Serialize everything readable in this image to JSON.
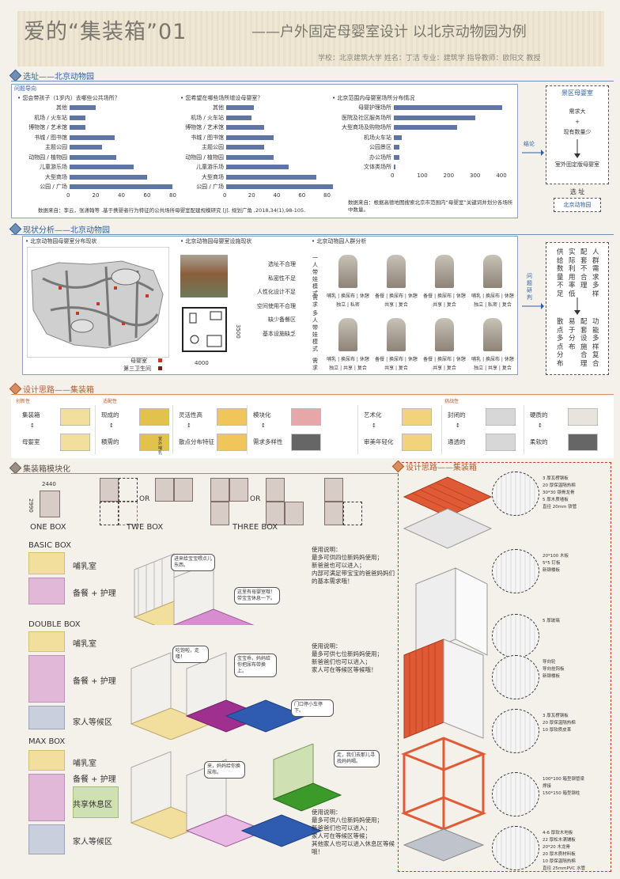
{
  "title": {
    "main": "爱的“集装箱”01",
    "sub": "——户外固定母婴室设计  以北京动物园为例",
    "author": "学校：北京建筑大学  姓名：丁洁  专业：建筑学  指导教师：欧阳文 教授"
  },
  "section1": {
    "head": "选址——北京动物园",
    "problem_tag": "问题导向",
    "chart1_title": "• 您会带孩子（1岁内）去哪些公共场所？",
    "chart2_title": "• 您希望在哪些场所增设母婴室？",
    "chart3_title": "• 北京范围内母婴室场所分布情况",
    "source1": "数据来自：李云，张潇翰等 .基于携婴者行为特征的公共场所母婴室配建规模研究 [J]. 规划广角 ,2018,34(1),98-105.",
    "source2": "数据来自：根据高德地图搜索北京市范围内“母婴室”关键词并划分各场所中数量。",
    "conclusion_label": "结论",
    "flow": {
      "box_title": "景区母婴室",
      "need": "需求大",
      "plus": "+",
      "few": "现有数量少",
      "result": "室外固定版母婴室",
      "site_label": "选  址",
      "site": "北京动物园"
    }
  },
  "chart_data": [
    {
      "type": "bar",
      "orientation": "horizontal",
      "categories": [
        "其他",
        "机场 / 火车站",
        "博物馆 / 艺术馆",
        "书城 / 图书馆",
        "主题公园",
        "动物园 / 植物园",
        "儿童游乐场",
        "大型商场",
        "公园 / 广场"
      ],
      "values": [
        20,
        12,
        12,
        35,
        25,
        36,
        50,
        60,
        80
      ],
      "xticks": [
        0,
        20,
        40,
        60,
        80
      ],
      "xlim": [
        0,
        80
      ]
    },
    {
      "type": "bar",
      "orientation": "horizontal",
      "categories": [
        "其他",
        "机场 / 火车站",
        "博物馆 / 艺术馆",
        "书城 / 图书馆",
        "主题公园",
        "动物园 / 植物园",
        "儿童游乐场",
        "大型商场",
        "公园 / 广场"
      ],
      "values": [
        22,
        20,
        30,
        38,
        30,
        38,
        50,
        72,
        85
      ],
      "xticks": [
        0,
        20,
        40,
        60,
        80
      ],
      "xlim": [
        0,
        85
      ]
    },
    {
      "type": "bar",
      "orientation": "horizontal",
      "categories": [
        "母婴护理场所",
        "医院及社区服务场所",
        "大型商场及购物场所",
        "机场火车站",
        "公园景区",
        "办公场所",
        "文体类场所"
      ],
      "values": [
        410,
        310,
        240,
        30,
        20,
        20,
        5
      ],
      "xticks": [
        0,
        100,
        200,
        300,
        400
      ],
      "xlim": [
        0,
        420
      ]
    }
  ],
  "section2": {
    "head": "现状分析——北京动物园",
    "map_title": "• 北京动物园母婴室分布现状",
    "map_legend": [
      "母婴室",
      "第三卫生间"
    ],
    "facility_title": "• 北京动物园母婴室设施现状",
    "problems": [
      "选址不合理",
      "私密性不足",
      "人性化设计不足",
      "空间使用不合理",
      "缺少备餐区",
      "基本设施缺乏"
    ],
    "plan_dim_w": "4000",
    "plan_dim_h": "3500",
    "crowd_title": "• 北京动物园人群分析",
    "crowd_row1_label": "一人带娃模式",
    "crowd_row2_label": "多人带娃模式",
    "need_label": "需求",
    "needs_row1": [
      [
        "哺乳 | 换尿布 | 休憩",
        "独立 | 私密"
      ],
      [
        "备餐 | 换尿布 | 休憩",
        "共享 | 复合"
      ],
      [
        "备餐 | 换尿布 | 休憩",
        "共享 | 复合"
      ],
      [
        "哺乳 | 换尿布 | 休憩",
        "独立 | 私密 | 复合"
      ]
    ],
    "needs_row2": [
      [
        "哺乳 | 换尿布 | 休憩",
        "独立 | 共享 | 复合"
      ],
      [
        "备餐 | 换尿布 | 休憩",
        "共享 | 复合"
      ],
      [
        "备餐 | 换尿布 | 休憩",
        "共享 | 复合"
      ],
      [
        "哺乳 | 换尿布 | 休憩",
        "独立 | 共享 | 复合"
      ]
    ],
    "research_label": "问题研判",
    "summary_top": [
      "供给数量不足",
      "实际利用率低",
      "配套不合理",
      "人群需求多样"
    ],
    "summary_bottom": [
      "散点多点分布",
      "易于分布",
      "配套设施合理",
      "功能多样复合"
    ]
  },
  "section3": {
    "head": "设计思路——集装箱",
    "tags": [
      "创新性",
      "适配性",
      "挑战性"
    ],
    "items": [
      [
        "集装箱",
        "母婴室"
      ],
      [
        "现成的",
        "積需的"
      ],
      [
        "灵活性高",
        "散点分布特征"
      ],
      [
        "模块化",
        "需求多样性"
      ],
      [
        "艺术化",
        "审美年轻化"
      ],
      [
        "封闭的",
        "通透的"
      ],
      [
        "硬质的",
        "柔软的"
      ]
    ],
    "hint": "室外哺乳"
  },
  "section4": {
    "head": "集装箱模块化",
    "dim_w": "2440",
    "dim_h": "2990",
    "box_labels": [
      "ONE BOX",
      "TWE BOX",
      "THREE BOX"
    ],
    "or": "OR",
    "basic": {
      "title": "BASIC BOX",
      "rooms": [
        "哺乳室",
        "备餐 + 护理"
      ],
      "note": "使用说明：\n最多可供四位新妈妈使用；\n新爸爸也可以进入；\n内部可满足带宝宝的爸爸妈妈们的基本需求哦！",
      "bubbles": [
        "进来给宝宝喂点儿东西。",
        "这里有母婴室哦！带宝宝休息一下。"
      ]
    },
    "double": {
      "title": "DOUBLE BOX",
      "rooms": [
        "哺乳室",
        "备餐 + 护理",
        "家人等候区"
      ],
      "note": "使用说明：\n最多可供七位新妈妈使用；\n新爸爸们也可以进入；\n家人可在等候区等候哦！",
      "bubbles": [
        "吃饱啦，走喽！",
        "宝宝乖，妈妈给你把尿布带换上。",
        "门口停小车停下。"
      ]
    },
    "max": {
      "title": "MAX BOX",
      "rooms": [
        "哺乳室",
        "备餐 + 护理",
        "共享休息区",
        "家人等候区"
      ],
      "note": "使用说明：\n最多可供八位新妈妈使用；\n新爸爸们也可以进入；\n家人可在等候区等候；\n其他家人也可以进入休息区等候哦！",
      "bubbles": [
        "来，妈妈给你换尿布。",
        "走，我们去那儿寻找妈妈喝。"
      ]
    }
  },
  "section5": {
    "head": "设计思路——集装箱",
    "details": [
      [
        "3 厚瓦楞钢板",
        "20 厚保温隔热棉",
        "30*30 钢骨龙骨",
        "5 厚木质墙板",
        "直径 20mm 铁管"
      ],
      [
        "20*100 木板",
        "5*5 钉板",
        "新钢楼板"
      ],
      [
        "5 厚玻璃"
      ],
      [
        "导向轮",
        "导向挂钩板",
        "新钢楼板"
      ],
      [
        "3 厚瓦楞钢板",
        "20 厚保温隔热棉",
        "10 厚软质皮革"
      ],
      [
        "100*100 箱型钢管梁",
        "焊接",
        "150*150 箱型钢柱"
      ],
      [
        "4-6 厚软木地板",
        "22 厚松木满铺板",
        "20*20 木龙骨",
        "20 厚木质材料板",
        "10 厚保温隔热棉",
        "直径 25mmPVC 水管"
      ]
    ]
  },
  "colors": {
    "accent_blue": "#5f75a3",
    "brown": "#9b8e82",
    "orange": "#d98c5f",
    "corrugated_red": "#e05a35",
    "yellow": "#f3df9d",
    "pink": "#e1b8d8",
    "blue_gray": "#c9cfdd",
    "green": "#cfe0b3"
  }
}
